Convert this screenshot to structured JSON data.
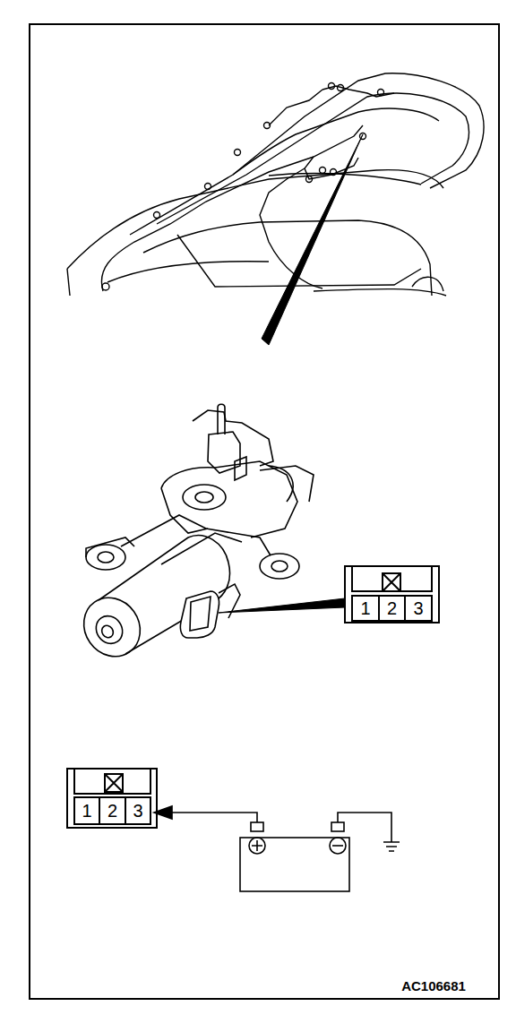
{
  "diagram": {
    "labels": [
      "1",
      "2",
      "3",
      "1",
      "2",
      "3",
      "AC106681"
    ]
  }
}
